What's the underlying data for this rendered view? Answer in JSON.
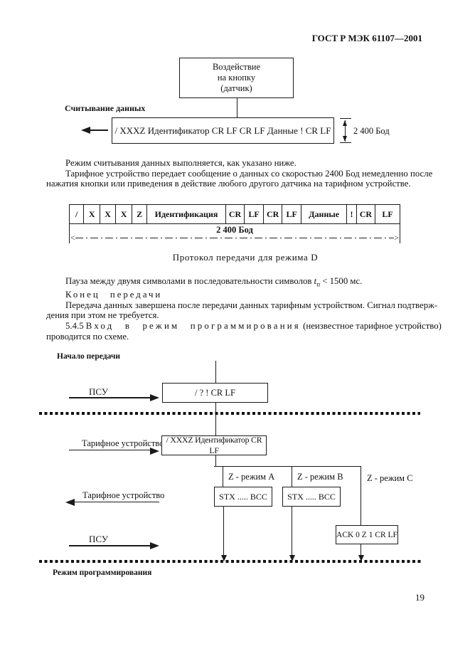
{
  "page": {
    "header": "ГОСТ Р МЭК 61107—2001",
    "number": "19"
  },
  "diagram_readout": {
    "trigger_box": {
      "line1": "Воздействие",
      "line2": "на кнопку",
      "line3": "(датчик)"
    },
    "readout_label": "Считывание данных",
    "message_box": "/ XXXZ Идентификатор CR LF CR LF Данные ! CR LF",
    "baud_label": "2 400 Бод"
  },
  "paragraphs_top": {
    "p1": "Режим считывания данных выполняется, как указано ниже.",
    "p2_line1": "Тарифное устройство передает сообщение о данных со скоростью 2400 Бод немедленно после",
    "p2_line2": "нажатия кнопки или приведения в действие любого другого датчика на тарифном устройстве."
  },
  "frame_table": {
    "cells": [
      "/",
      "X",
      "X",
      "X",
      "Z",
      "Идентификация",
      "CR",
      "LF",
      "CR",
      "LF",
      "Данные",
      "!",
      "CR",
      "LF"
    ],
    "baud_label": "2 400 Бод",
    "caption": "Протокол передачи для режима D"
  },
  "paragraphs_mid": {
    "pause_prefix": "Пауза между двумя символами в последовательности символов ",
    "pause_var": "t",
    "pause_sub": "п",
    "pause_suffix": " < 1500 мс.",
    "end_heading": "Конец передачи",
    "p3_line1": "Передача данных завершена после передачи данных тарифным устройством. Сигнал подтверж-",
    "p3_line2": "дения при этом не требуется.",
    "clause_num": "5.4.5",
    "clause_spaced": "Вход в режим программирования",
    "clause_rest": "(неизвестное тарифное устройство)",
    "clause_line2": "проводится по схеме."
  },
  "diagram_programming": {
    "start_label": "Начало передачи",
    "psu_label1": "ПСУ",
    "request_box": "/ ? ! CR LF",
    "tariff_label1": "Тарифное устройство",
    "ident_box": "/ XXXZ Идентификатор CR LF",
    "mode_a_label": "Z - режим A",
    "mode_b_label": "Z - режим B",
    "mode_c_label": "Z - режим C",
    "stx_box_a": "STX ..... BCC",
    "stx_box_b": "STX ..... BCC",
    "tariff_label2": "Тарифное устройство",
    "psu_label2": "ПСУ",
    "ack_box": "ACK 0 Z 1 CR LF",
    "prog_label": "Режим программирования"
  },
  "colors": {
    "ink": "#111111",
    "paper": "#ffffff"
  }
}
